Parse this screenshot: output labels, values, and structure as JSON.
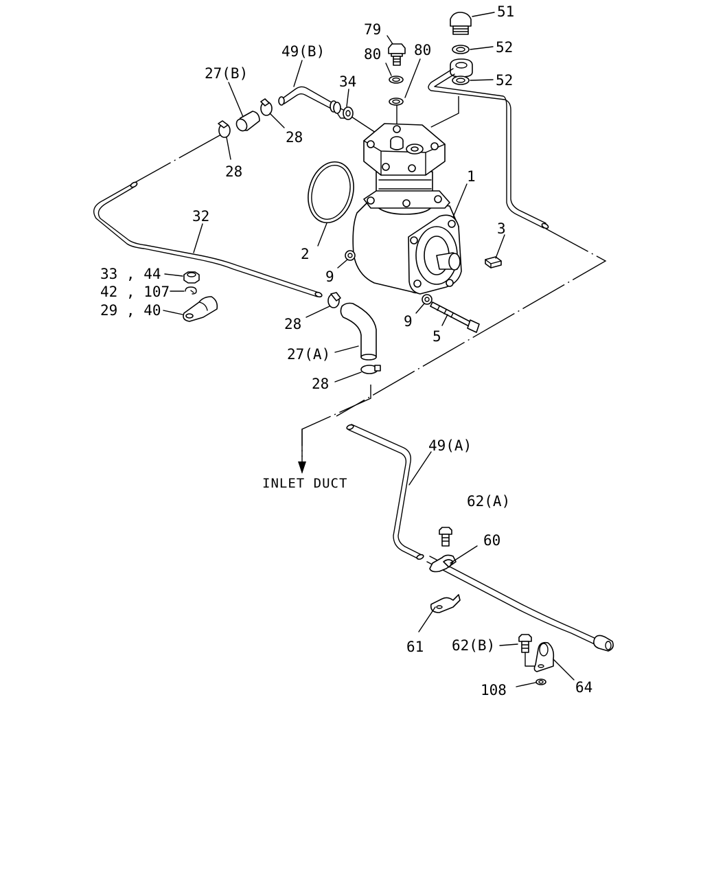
{
  "labels": {
    "l51": "51",
    "l52a": "52",
    "l52b": "52",
    "l79": "79",
    "l80a": "80",
    "l80b": "80",
    "l49b": "49(B)",
    "l27b": "27(B)",
    "l34": "34",
    "l28a": "28",
    "l28b": "28",
    "l28c": "28",
    "l28d": "28",
    "l1": "1",
    "l2": "2",
    "l3": "3",
    "l32": "32",
    "l9a": "9",
    "l9b": "9",
    "l5": "5",
    "l33": "33 , 44",
    "l42": "42 , 107",
    "l29": "29 , 40",
    "l27a": "27(A)",
    "l49a": "49(A)",
    "l62a": "62(A)",
    "l60": "60",
    "l61": "61",
    "l62b": "62(B)",
    "l64": "64",
    "l108": "108",
    "inlet": "INLET DUCT"
  }
}
